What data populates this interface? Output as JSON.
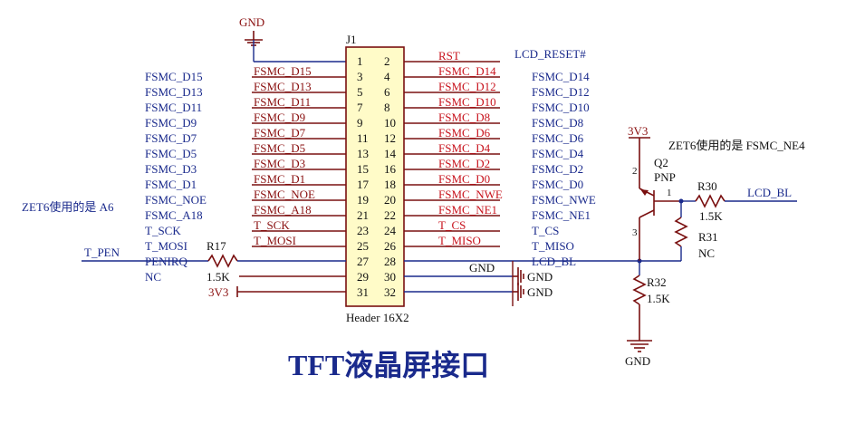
{
  "title": "TFT液晶屏接口",
  "connector": {
    "ref": "J1",
    "part": "Header 16X2",
    "left_pins": [
      "1",
      "3",
      "5",
      "7",
      "9",
      "11",
      "13",
      "15",
      "17",
      "19",
      "21",
      "23",
      "25",
      "27",
      "29",
      "31"
    ],
    "right_pins": [
      "2",
      "4",
      "6",
      "8",
      "10",
      "12",
      "14",
      "16",
      "18",
      "20",
      "22",
      "24",
      "26",
      "28",
      "30",
      "32"
    ],
    "left_pin_labels": [
      "",
      "FSMC_D15",
      "FSMC_D13",
      "FSMC_D11",
      "FSMC_D9",
      "FSMC_D7",
      "FSMC_D5",
      "FSMC_D3",
      "FSMC_D1",
      "FSMC_NOE",
      "FSMC_A18",
      "T_SCK",
      "T_MOSI",
      "",
      "",
      ""
    ],
    "right_pin_labels": [
      "RST",
      "FSMC_D14",
      "FSMC_D12",
      "FSMC_D10",
      "FSMC_D8",
      "FSMC_D6",
      "FSMC_D4",
      "FSMC_D2",
      "FSMC_D0",
      "FSMC_NWE",
      "FSMC_NE1",
      "T_CS",
      "T_MISO",
      "",
      "",
      ""
    ],
    "left_nets": [
      "FSMC_D15",
      "FSMC_D13",
      "FSMC_D11",
      "FSMC_D9",
      "FSMC_D7",
      "FSMC_D5",
      "FSMC_D3",
      "FSMC_D1",
      "FSMC_NOE",
      "FSMC_A18",
      "T_SCK",
      "T_MOSI",
      "PENIRQ",
      "NC"
    ],
    "right_nets": [
      "LCD_RESET#",
      "FSMC_D14",
      "FSMC_D12",
      "FSMC_D10",
      "FSMC_D8",
      "FSMC_D6",
      "FSMC_D4",
      "FSMC_D2",
      "FSMC_D0",
      "FSMC_NWE",
      "FSMC_NE1",
      "T_CS",
      "T_MISO",
      "LCD_BL"
    ]
  },
  "power": {
    "gnd_top": "GND",
    "gnd_net": "GND",
    "gnd_right_1": "GND",
    "gnd_right_2": "GND",
    "gnd_bottom": "GND",
    "v33_left": "3V3",
    "v33_top": "3V3"
  },
  "resistors": {
    "r17": {
      "ref": "R17",
      "value": "1.5K"
    },
    "r30": {
      "ref": "R30",
      "value": "1.5K"
    },
    "r31": {
      "ref": "R31",
      "value": "NC"
    },
    "r32": {
      "ref": "R32",
      "value": "1.5K"
    }
  },
  "transistor": {
    "ref": "Q2",
    "type": "PNP",
    "pin_b": "1",
    "pin_e": "2",
    "pin_c": "3"
  },
  "nets": {
    "t_pen": "T_PEN",
    "lcd_bl": "LCD_BL"
  },
  "notes": {
    "left": "ZET6使用的是 A6",
    "right": "ZET6使用的是 FSMC_NE4"
  },
  "colors": {
    "net_blue": "#1a2a8c",
    "label_red": "#c8141e",
    "component_red": "#7a1010"
  }
}
